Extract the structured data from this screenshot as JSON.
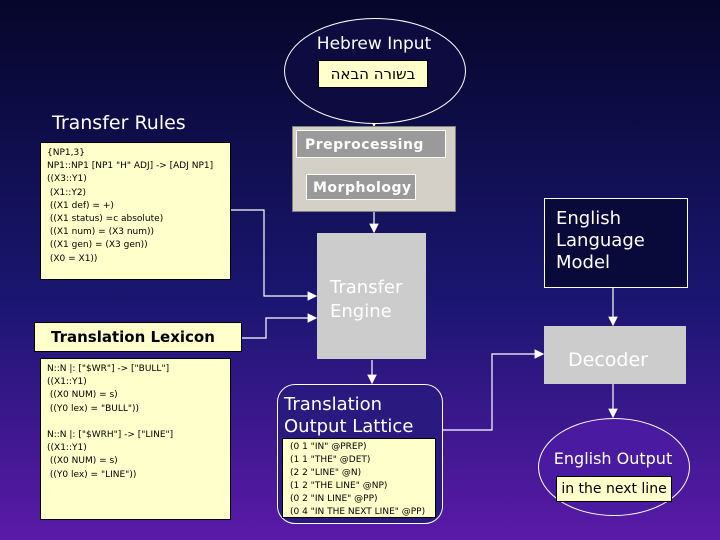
{
  "hebrew_input": {
    "title": "Hebrew Input",
    "text": "בשורה הבאה"
  },
  "transfer_rules": {
    "title": "Transfer Rules",
    "lines": [
      "{NP1,3}",
      "NP1::NP1 [NP1 \"H\" ADJ] -> [ADJ NP1]",
      "((X3::Y1)",
      " (X1::Y2)",
      " ((X1 def) = +)",
      " ((X1 status) =c absolute)",
      " ((X1 num) = (X3 num))",
      " ((X1 gen) = (X3 gen))",
      " (X0 = X1))"
    ]
  },
  "translation_lexicon": {
    "title": "Translation Lexicon",
    "lines": [
      "N::N |: [\"$WR\"] -> [\"BULL\"]",
      "((X1::Y1)",
      " ((X0 NUM) = s)",
      " ((Y0 lex) = \"BULL\"))",
      "",
      "N::N |: [\"$WRH\"] -> [\"LINE\"]",
      "((X1::Y1)",
      " ((X0 NUM) = s)",
      " ((Y0 lex) = \"LINE\"))"
    ]
  },
  "preprocessing": {
    "label": "Preprocessing"
  },
  "morphology": {
    "label": "Morphology"
  },
  "transfer_engine": {
    "line1": "Transfer",
    "line2": "Engine"
  },
  "english_lm": {
    "line1": "English",
    "line2": "Language",
    "line3": "Model"
  },
  "decoder": {
    "label": "Decoder"
  },
  "lattice": {
    "title_line1": "Translation",
    "title_line2": "Output Lattice",
    "lines": [
      "(0 1 \"IN\" @PREP)",
      "(1 1 \"THE\" @DET)",
      "(2 2 \"LINE\" @N)",
      "(1 2 \"THE LINE\" @NP)",
      "(0 2 \"IN LINE\" @PP)",
      "(0 4 \"IN THE NEXT LINE\" @PP)"
    ]
  },
  "english_output": {
    "title": "English Output",
    "text": "in the next line"
  },
  "colors": {
    "background_top": "#06062a",
    "background_bottom": "#5a1aa8",
    "doc_fill": "#ffffcc",
    "box_gray": "#cccccc"
  }
}
